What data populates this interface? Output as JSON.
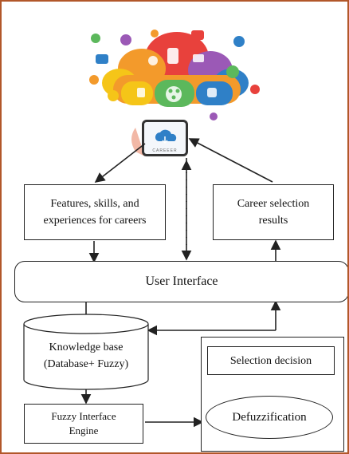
{
  "diagram": {
    "app_caption": "CAREEER",
    "nodes": {
      "features": "Features, skills, and experiences for careers",
      "career_results": "Career selection results",
      "user_interface": "User Interface",
      "knowledge_base": "Knowledge base (Database+ Fuzzy)",
      "fuzzy_engine": "Fuzzy Interface Engine",
      "selection_decision": "Selection decision",
      "defuzzification": "Defuzzification"
    }
  },
  "colors": {
    "frame_border": "#b2572a",
    "line": "#222222",
    "cloud_red": "#e8413c",
    "cloud_orange": "#f39a2b",
    "cloud_yellow": "#f5c518",
    "cloud_green": "#5cb85c",
    "cloud_blue": "#2f80c7",
    "cloud_purple": "#9b59b6"
  },
  "icons": [
    "cloud-icon",
    "phone-icon",
    "shopping-cart-icon",
    "music-icon",
    "chat-icon",
    "camera-icon",
    "airplane-icon",
    "location-icon",
    "chart-icon",
    "mail-icon",
    "settings-icon"
  ]
}
